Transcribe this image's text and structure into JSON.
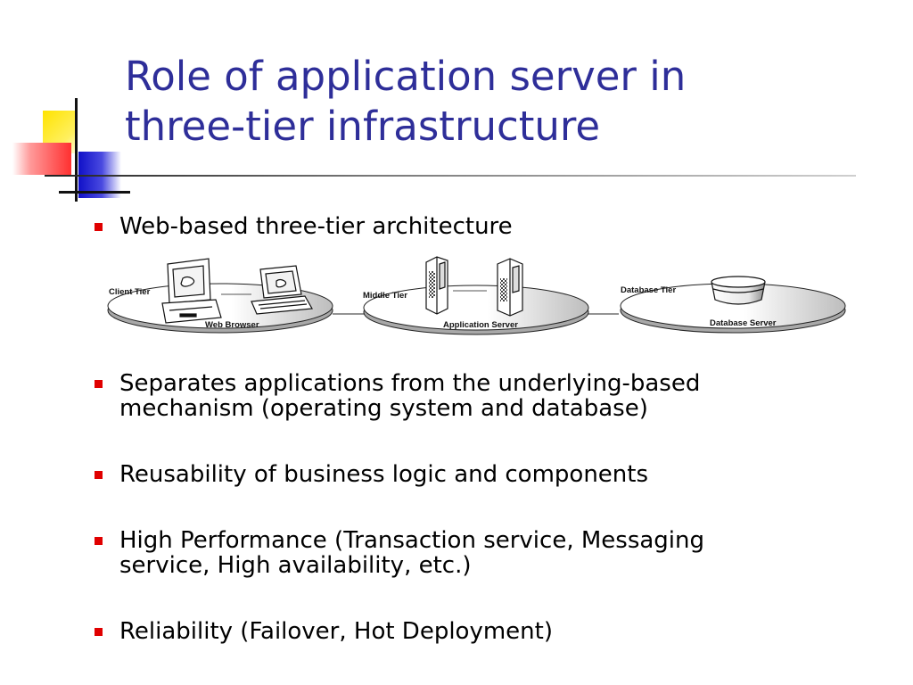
{
  "slide": {
    "title_lines": [
      "Role of application server in",
      "three-tier infrastructure"
    ],
    "bullets": [
      {
        "lines": [
          "Web-based three-tier architecture"
        ]
      },
      {
        "lines": [
          "Separates applications from the underlying-based",
          "mechanism (operating system and database)"
        ]
      },
      {
        "lines": [
          "Reusability of business logic and components"
        ]
      },
      {
        "lines": [
          "High Performance (Transaction service, Messaging",
          "service, High availability, etc.)"
        ]
      },
      {
        "lines": [
          "Reliability (Failover, Hot Deployment)"
        ]
      }
    ]
  },
  "diagram": {
    "client_tier": {
      "label": "Client Tier",
      "caption": "Web Browser"
    },
    "middle_tier": {
      "label": "Middle Tier",
      "caption": "Application Server"
    },
    "database_tier": {
      "label": "Database Tier",
      "caption": "Database Server"
    }
  },
  "colors": {
    "title": "#2e2e99",
    "bullet": "#e00000"
  }
}
